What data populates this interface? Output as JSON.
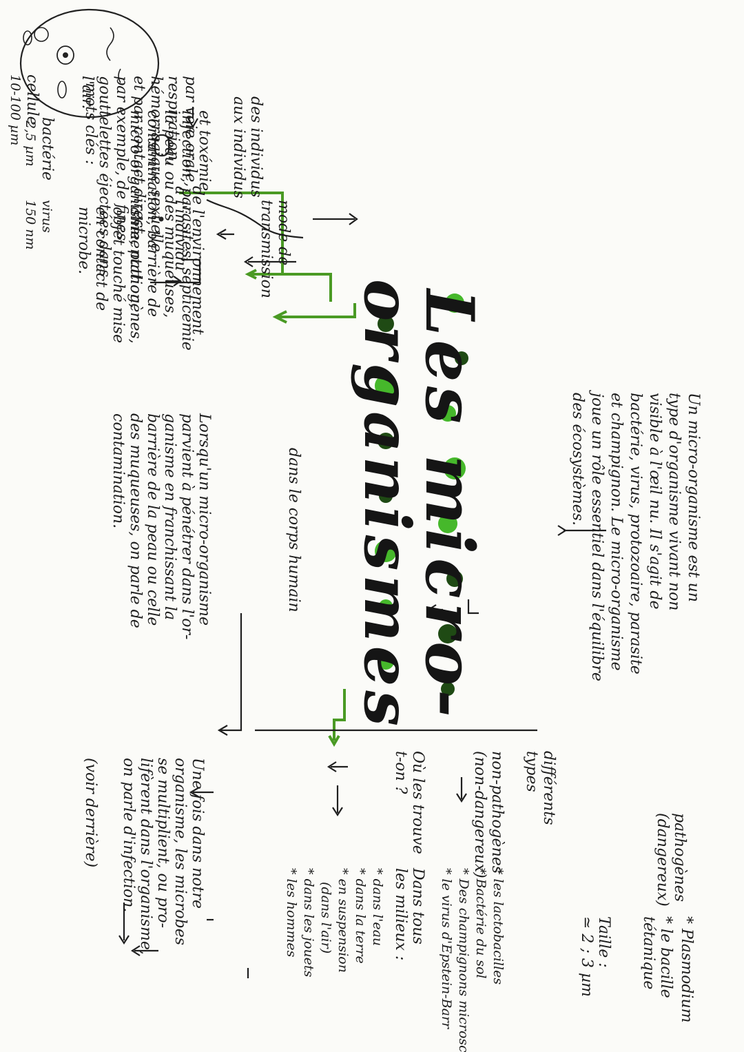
{
  "title": {
    "line1": "Les micro-",
    "line2": "organismes"
  },
  "sizes": {
    "cell_label": "cellule",
    "cell_size": "10-100 µm",
    "bacteria_label": "bactérie",
    "bacteria_size": "2,5 µm",
    "virus_label": "virus",
    "virus_size": "150 nm"
  },
  "definition": {
    "line1": "Un micro-organisme est un",
    "line2": "type d'organisme vivant non",
    "line3": "visible à l'œil nu. Il s'agit de",
    "line4": "bactérie, virus, protozoaire, parasite",
    "line5": "et champignon. Le micro-organisme",
    "line6": "joue un rôle essentiel dans l'équilibre",
    "line7": "des écosystèmes."
  },
  "keywords": {
    "heading": "mots clés :",
    "line1": "micro-organisme, pathogènes,",
    "line2": "contamination, barrière de",
    "line3": "la peau ou des muqueuses,",
    "line4": "infection, parasites, septicémie",
    "line5": "et toxémie."
  },
  "types": {
    "heading_l1": "différents",
    "heading_l2": "types",
    "pathogenic": "pathogènes",
    "pathogenic_note": "(dangereux)",
    "path_ex1": "* Plasmodium",
    "path_ex2a": "* le bacille",
    "path_ex2b": "tétanique",
    "size_label": "Taille :",
    "size_value": "≃ 2 ; 3 µm",
    "nonpathogenic": "non-pathogènes",
    "nonpath_note": "(non-dangereux)",
    "nonpath_ex1": "* les lactobacilles",
    "nonpath_ex2": "* Bactérie du sol",
    "nonpath_ex3": "* Des champignons microscopiques",
    "nonpath_ex4": "* le virus d'Epstein-Barr"
  },
  "where": {
    "question_l1": "Où les trouve",
    "question_l2": "t-on ?",
    "answer_l1": "Dans tous",
    "answer_l2": "les milieux :",
    "item1": "* dans l'eau",
    "item2": "* dans la terre",
    "item3a": "* en suspension",
    "item3b": "(dans l'air)",
    "item4": "* dans les jouets",
    "item5": "* les hommes"
  },
  "body": {
    "heading": "dans le corps humain",
    "infection_l1": "Une fois dans notre",
    "infection_l2": "organisme, les microbes",
    "infection_l3": "se multiplient, ou pro-",
    "infection_l4": "lifèrent dans l'organisme,",
    "infection_l5": "on parle d'infection.",
    "infection_l6": "(voir derrière)",
    "contam_l1": "Lorsqu'un micro-organisme",
    "contam_l2": "parvient à pénétrer dans l'or-",
    "contam_l3": "ganisme en franchissant la",
    "contam_l4": "barrière de la peau ou celle",
    "contam_l5": "des muqueuses, on parle de",
    "contam_l6": "contamination."
  },
  "transmission": {
    "heading_l1": "mode de",
    "heading_l2": "transmission",
    "indiv_l1": "des individus",
    "indiv_l2": "aux individus",
    "env_l1": "de l'environnement",
    "env_l2": "à l'individu",
    "routes_l1": "par voie orale,",
    "routes_l2": "respiration,",
    "routes_l3": "hémorragique sexuelle",
    "routes_l4": "et par contact direct.",
    "routes_l5": "par exemple, de fines",
    "routes_l6": "gouttelettes éjectées dans",
    "routes_l7": "l'air.",
    "env_ex_l1": "alimentation,",
    "env_ex_l2": "objet touché mise",
    "env_ex_l3": "en contact de",
    "env_ex_l4": "microbe."
  },
  "colors": {
    "ink": "#1d1d1d",
    "green_light": "#46b82b",
    "green_dark": "#1f4a14",
    "green_line": "#4a9a24",
    "highlight": "#9fe4ee"
  }
}
